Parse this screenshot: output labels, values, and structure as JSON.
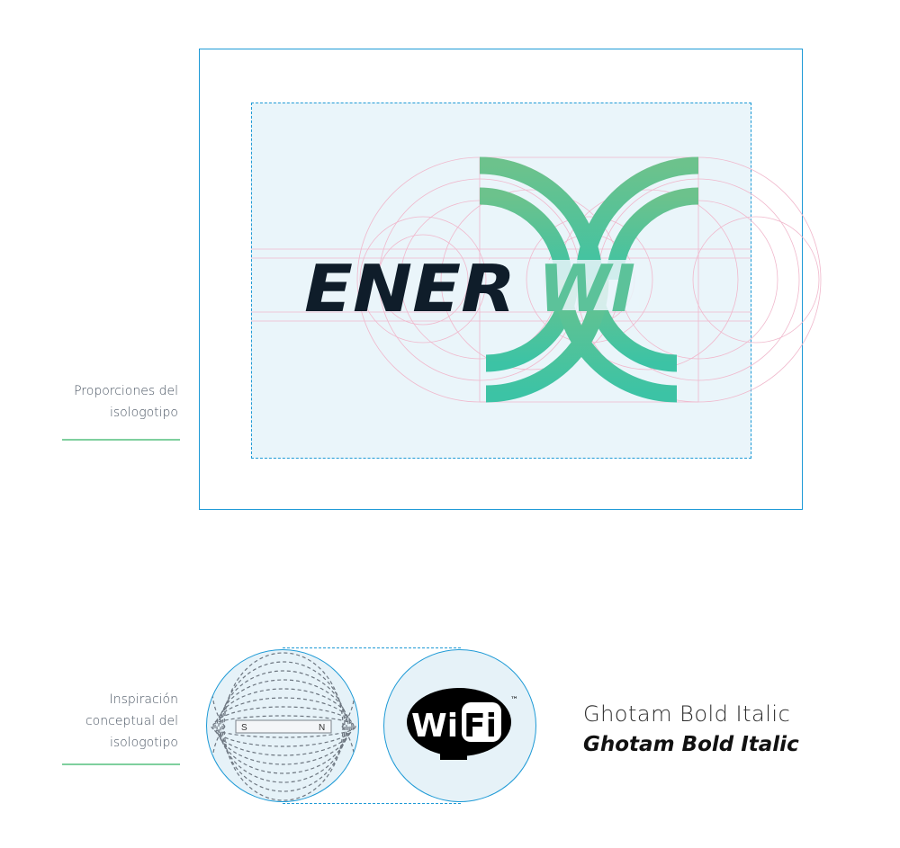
{
  "proportions": {
    "label_lines": [
      "Proporciones del",
      "isologotipo"
    ],
    "logo_text_left": "ENER",
    "logo_text_right": "WI"
  },
  "inspiration": {
    "label_lines": [
      "Inspiración",
      "conceptual del",
      "isologotipo"
    ],
    "magnet_pole_s": "S",
    "magnet_pole_n": "N",
    "wifi_logo_wi": "Wi",
    "wifi_logo_fi": "Fi",
    "wifi_logo_tm": "™"
  },
  "typography": {
    "sample_regular": "Ghotam Bold Italic",
    "sample_bold_italic": "Ghotam Bold Italic"
  },
  "colors": {
    "frame_blue": "#1e9ad6",
    "accent_green": "#7fcf9e",
    "logo_green_top": "#6cc28c",
    "logo_green_bottom": "#3cc3a5",
    "wordmark_dark": "#0f1d2a",
    "construction_pink": "#f0b8cc",
    "inner_bg": "#eaf5fa"
  }
}
